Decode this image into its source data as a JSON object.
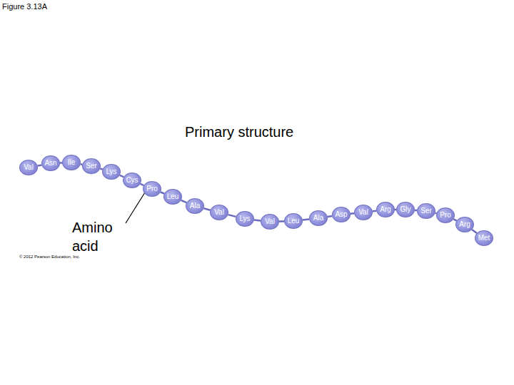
{
  "diagram": {
    "title": "Primary structure",
    "nodes": [
      {
        "text": [
          "Val"
        ]
      },
      {
        "text": [
          "Asn"
        ]
      },
      {
        "text": [
          "Ile"
        ]
      },
      {
        "text": [
          "Ser"
        ]
      },
      {
        "text": [
          "Lys"
        ]
      },
      {
        "text": [
          "Cys"
        ]
      },
      {
        "text": [
          "Pro"
        ]
      },
      {
        "text": [
          "Leu"
        ]
      },
      {
        "text": [
          "Ala"
        ]
      },
      {
        "text": [
          "Val"
        ]
      },
      {
        "text": [
          "Lys"
        ]
      },
      {
        "text": [
          "Val"
        ]
      },
      {
        "text": [
          "Leu"
        ]
      },
      {
        "text": [
          "Ala"
        ]
      },
      {
        "text": [
          "Asp"
        ]
      },
      {
        "text": [
          "Val"
        ]
      },
      {
        "text": [
          "Arg"
        ]
      },
      {
        "text": [
          "Gly"
        ]
      },
      {
        "text": [
          "Ser"
        ]
      },
      {
        "text": [
          "Pro"
        ]
      },
      {
        "text": [
          "Arg"
        ]
      },
      {
        "text": [
          "Met"
        ]
      }
    ],
    "edges": [
      {
        "from": 0,
        "to": 1,
        "arrow": "none"
      },
      {
        "from": 1,
        "to": 2,
        "arrow": "none"
      },
      {
        "from": 2,
        "to": 3,
        "arrow": "none"
      },
      {
        "from": 3,
        "to": 4,
        "arrow": "none"
      },
      {
        "from": 4,
        "to": 5,
        "arrow": "none"
      },
      {
        "from": 5,
        "to": 6,
        "arrow": "none"
      },
      {
        "from": 6,
        "to": 7,
        "arrow": "none"
      },
      {
        "from": 7,
        "to": 8,
        "arrow": "none"
      },
      {
        "from": 8,
        "to": 9,
        "arrow": "none"
      },
      {
        "from": 9,
        "to": 10,
        "arrow": "none"
      },
      {
        "from": 10,
        "to": 11,
        "arrow": "none"
      },
      {
        "from": 11,
        "to": 12,
        "arrow": "none"
      },
      {
        "from": 12,
        "to": 13,
        "arrow": "none"
      },
      {
        "from": 13,
        "to": 14,
        "arrow": "none"
      },
      {
        "from": 14,
        "to": 15,
        "arrow": "none"
      },
      {
        "from": 15,
        "to": 16,
        "arrow": "none"
      },
      {
        "from": 16,
        "to": 17,
        "arrow": "none"
      },
      {
        "from": 17,
        "to": 18,
        "arrow": "none"
      },
      {
        "from": 18,
        "to": 19,
        "arrow": "none"
      },
      {
        "from": 19,
        "to": 20,
        "arrow": "none"
      },
      {
        "from": 20,
        "to": 21,
        "arrow": "none"
      }
    ],
    "labels": [
      "Figure 3.13A",
      "Amino acid",
      "© 2012 Pearson Education, Inc."
    ]
  }
}
